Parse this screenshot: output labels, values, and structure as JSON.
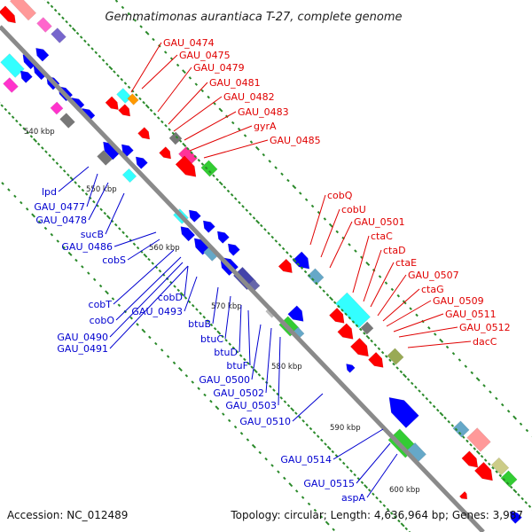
{
  "title": "Gemmatimonas aurantiaca T-27, complete genome",
  "accession": "Accession: NC_012489",
  "topology": "Topology: circular; Length: 4,636,964 bp; Genes: 3,987",
  "colors": {
    "backbone": "#8a8a8a",
    "forward_label": "#e00000",
    "reverse_label": "#0000d0",
    "forward_gene": "#ff0000",
    "reverse_gene": "#0000ff",
    "cyan": "#33ffff",
    "green": "#33cc33",
    "teal": "#66a8c8",
    "gray": "#777777",
    "pink": "#ff6699",
    "olive": "#99aa55",
    "tick": "#2a8a2a"
  },
  "scale_ticks": [
    "540 kbp",
    "550 kbp",
    "560 kbp",
    "570 kbp",
    "580 kbp",
    "590 kbp",
    "600 kbp"
  ],
  "forward_labels": [
    "GAU_0474",
    "GAU_0475",
    "GAU_0479",
    "GAU_0481",
    "GAU_0482",
    "GAU_0483",
    "gyrA",
    "GAU_0485",
    "cobQ",
    "cobU",
    "GAU_0501",
    "ctaC",
    "ctaD",
    "ctaE",
    "GAU_0507",
    "ctaG",
    "GAU_0509",
    "GAU_0511",
    "GAU_0512",
    "dacC"
  ],
  "reverse_labels": [
    "lpd",
    "GAU_0477",
    "GAU_0478",
    "sucB",
    "GAU_0486",
    "cobS",
    "cobT",
    "cobD",
    "cobO",
    "GAU_0493",
    "GAU_0490",
    "GAU_0491",
    "btuB",
    "btuC",
    "btuD",
    "btuF",
    "GAU_0500",
    "GAU_0502",
    "GAU_0503",
    "GAU_0510",
    "GAU_0514",
    "GAU_0515",
    "aspA"
  ]
}
